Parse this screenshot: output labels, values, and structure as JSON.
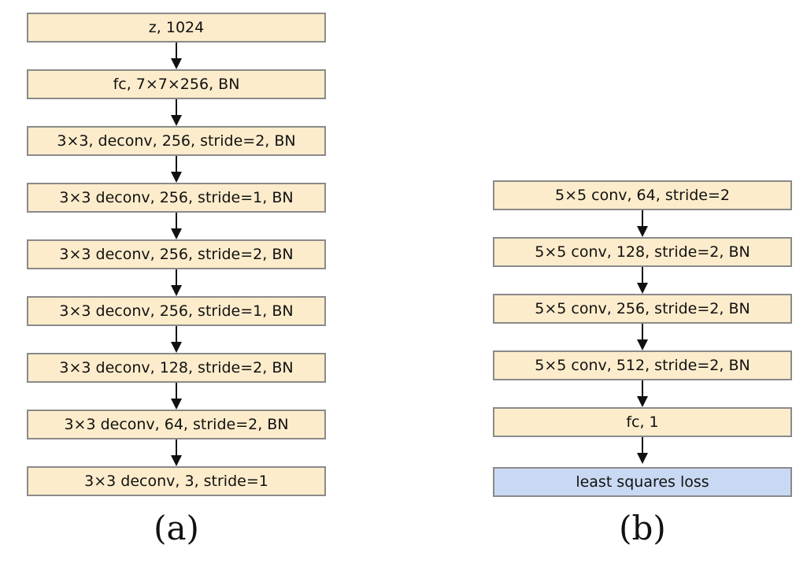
{
  "panel_a": {
    "boxes": [
      "z, 1024",
      "fc, 7×7×256, BN",
      "3×3, deconv, 256, stride=2, BN",
      "3×3 deconv, 256, stride=1, BN",
      "3×3 deconv, 256, stride=2, BN",
      "3×3 deconv, 256, stride=1, BN",
      "3×3 deconv, 128, stride=2, BN",
      "3×3 deconv, 64, stride=2, BN",
      "3×3 deconv, 3, stride=1"
    ],
    "caption": "(a)"
  },
  "panel_b": {
    "boxes": [
      "5×5 conv, 64, stride=2",
      "5×5 conv, 128, stride=2, BN",
      "5×5 conv, 256, stride=2, BN",
      "5×5 conv, 512, stride=2, BN",
      "fc, 1",
      "least squares loss"
    ],
    "caption": "(b)"
  },
  "colors": {
    "box_fill": "#fdeccb",
    "loss_fill": "#c9d9f3",
    "box_border": "#8a8a8a",
    "arrow": "#111111"
  }
}
